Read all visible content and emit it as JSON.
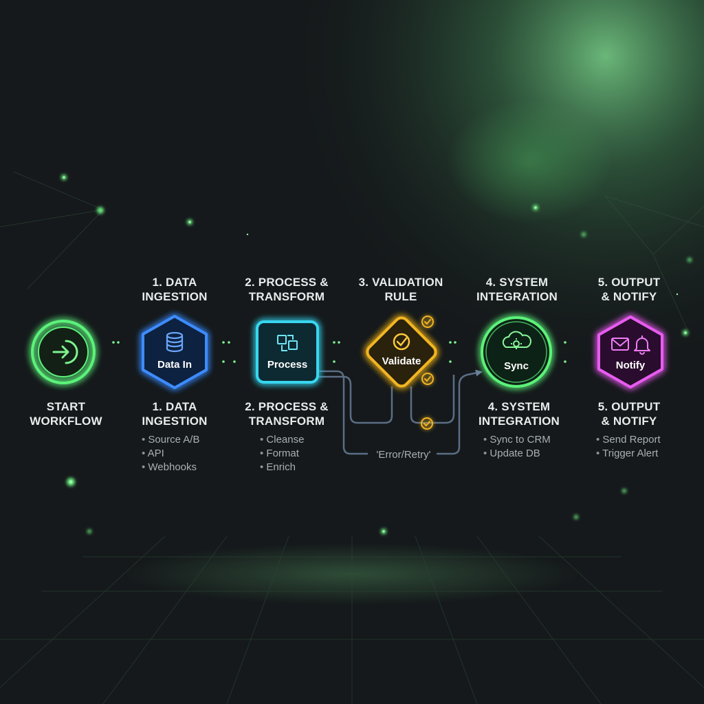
{
  "start": {
    "label": "START\nWORKFLOW"
  },
  "stages": [
    {
      "id": "data-ingestion",
      "top_label": "1. DATA\nINGESTION",
      "node_text": "Data In",
      "bottom_label": "1. DATA\nINGESTION",
      "items": [
        "Source A/B",
        "API",
        "Webhooks"
      ],
      "color": "#3d8cff",
      "icon": "database-icon"
    },
    {
      "id": "process",
      "top_label": "2. PROCESS &\nTRANSFORM",
      "node_text": "Process",
      "bottom_label": "2. PROCESS &\nTRANSFORM",
      "items": [
        "Cleanse",
        "Format",
        "Enrich"
      ],
      "color": "#37d6f0",
      "icon": "transform-icon"
    },
    {
      "id": "validate",
      "top_label": "3. VALIDATION\nRULE",
      "node_text": "Validate",
      "color": "#f2b523",
      "icon": "check-circle-icon"
    },
    {
      "id": "sync",
      "top_label": "4. SYSTEM\nINTEGRATION",
      "node_text": "Sync",
      "bottom_label": "4. SYSTEM\nINTEGRATION",
      "items": [
        "Sync to CRM",
        "Update DB"
      ],
      "color": "#5cf27a",
      "icon": "cloud-gear-icon"
    },
    {
      "id": "notify",
      "top_label": "5. OUTPUT\n& NOTIFY",
      "node_text": "Notify",
      "bottom_label": "5. OUTPUT\n& NOTIFY",
      "items": [
        "Send Report",
        "Trigger Alert"
      ],
      "color": "#e85cf0",
      "icon": "mail-bell-icon"
    }
  ],
  "retry_label": "'Error/Retry'",
  "colors": {
    "flow": "#5cf27a",
    "start": "#5cf27a",
    "retry": "#5b6e86",
    "background": "#15191b"
  }
}
